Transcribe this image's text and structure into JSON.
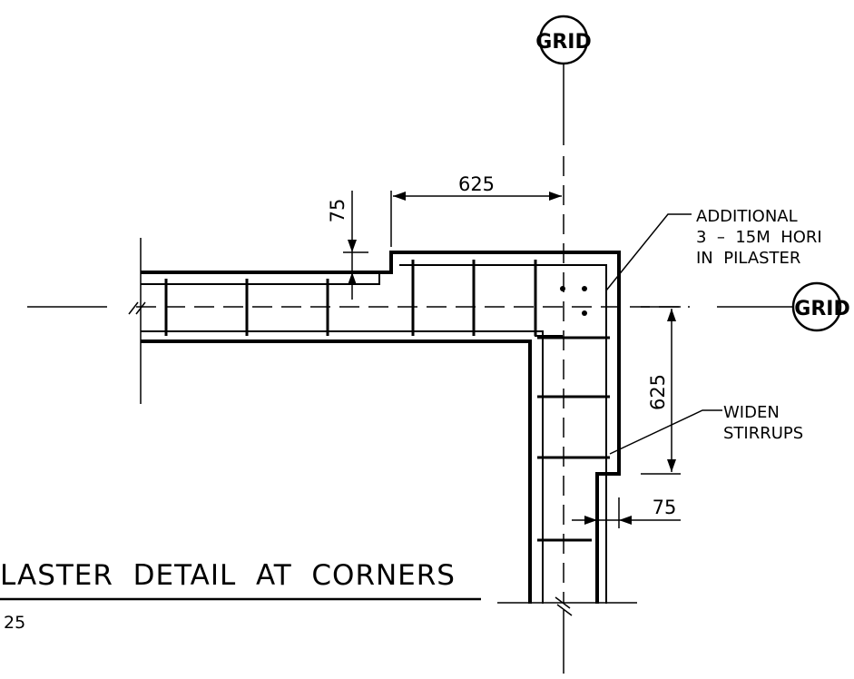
{
  "grid_bubbles": {
    "vertical_label": "GRID",
    "horizontal_label": "GRID"
  },
  "dimensions": {
    "top_horizontal": "625",
    "top_step": "75",
    "right_vertical": "625",
    "right_step": "75"
  },
  "notes": {
    "additional_line1": "ADDITIONAL",
    "additional_line2": "3  –  15M  HORI",
    "additional_line3": "IN  PILASTER",
    "widen_line1": "WIDEN",
    "widen_line2": "STIRRUPS"
  },
  "title_block": {
    "title": "LASTER  DETAIL  AT  CORNERS",
    "scale": "25"
  }
}
